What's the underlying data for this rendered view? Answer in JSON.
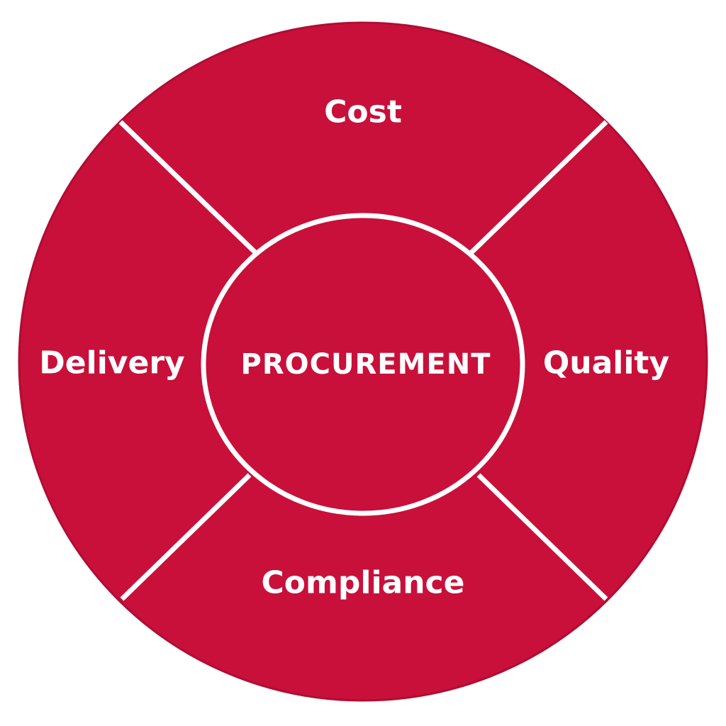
{
  "diagram": {
    "center": {
      "label": "PROCUREMENT"
    },
    "segments": {
      "top": {
        "label": "Cost"
      },
      "right": {
        "label": "Quality"
      },
      "bottom": {
        "label": "Compliance"
      },
      "left": {
        "label": "Delivery"
      }
    },
    "colors": {
      "fill": "#C8103A",
      "outline": "#B00D33",
      "divider": "#FFFFFF"
    }
  }
}
